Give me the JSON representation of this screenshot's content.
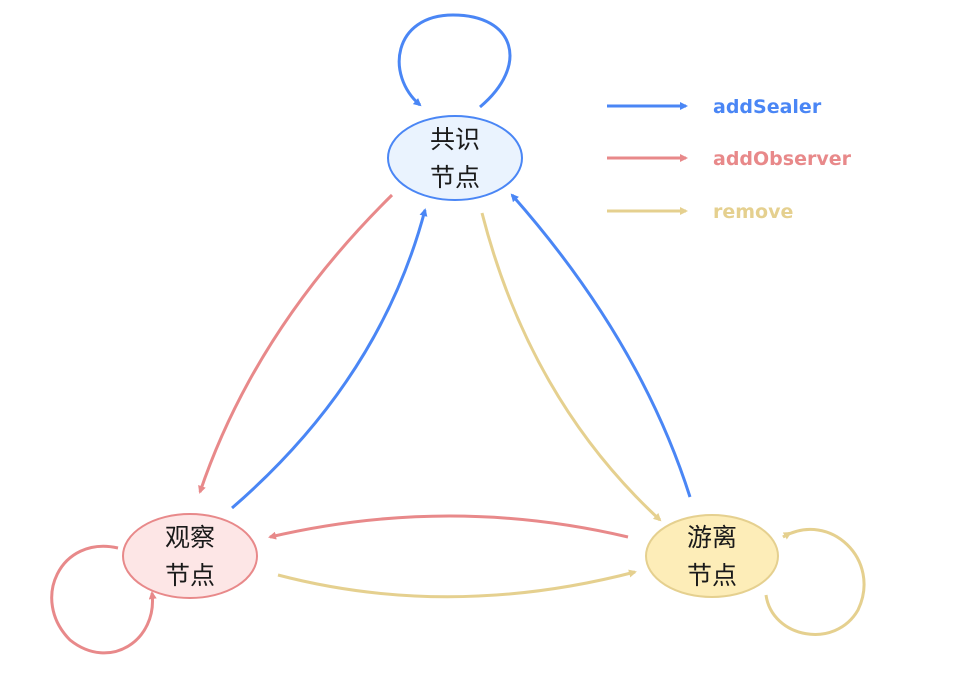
{
  "colors": {
    "blue": "#4a86f5",
    "red": "#e8898a",
    "yellow": "#e5d08f",
    "blue_fill": "#eaf3fe",
    "red_fill": "#fde6e6",
    "yellow_fill": "#fdedb8"
  },
  "nodes": {
    "consensus": {
      "line1": "共识",
      "line2": "节点"
    },
    "observer": {
      "line1": "观察",
      "line2": "节点"
    },
    "free": {
      "line1": "游离",
      "line2": "节点"
    }
  },
  "legend": [
    {
      "label": "addSealer",
      "color": "#4a86f5"
    },
    {
      "label": "addObserver",
      "color": "#e8898a"
    },
    {
      "label": "remove",
      "color": "#e5d08f"
    }
  ]
}
